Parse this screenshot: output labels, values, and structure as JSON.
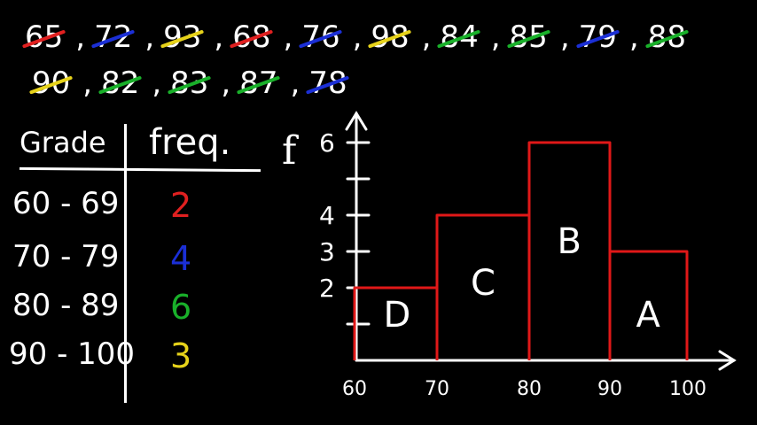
{
  "raw_scores": {
    "row1": [
      {
        "v": "65",
        "c": "#e02020"
      },
      {
        "v": "72",
        "c": "#1b2fd6"
      },
      {
        "v": "93",
        "c": "#e6d21a"
      },
      {
        "v": "68",
        "c": "#e02020"
      },
      {
        "v": "76",
        "c": "#1b2fd6"
      },
      {
        "v": "98",
        "c": "#e6d21a"
      },
      {
        "v": "84",
        "c": "#19b02a"
      },
      {
        "v": "85",
        "c": "#19b02a"
      },
      {
        "v": "79",
        "c": "#1b2fd6"
      },
      {
        "v": "88",
        "c": "#19b02a"
      }
    ],
    "row2": [
      {
        "v": "90",
        "c": "#e6d21a"
      },
      {
        "v": "82",
        "c": "#19b02a"
      },
      {
        "v": "83",
        "c": "#19b02a"
      },
      {
        "v": "87",
        "c": "#19b02a"
      },
      {
        "v": "78",
        "c": "#1b2fd6"
      }
    ]
  },
  "table": {
    "header_grade": "Grade",
    "header_freq": "freq.",
    "rows": [
      {
        "grade": "60 - 69",
        "freq": "2",
        "color": "#e02020"
      },
      {
        "grade": "70 - 79",
        "freq": "4",
        "color": "#1b2fd6"
      },
      {
        "grade": "80 - 89",
        "freq": "6",
        "color": "#19b02a"
      },
      {
        "grade": "90 - 100",
        "freq": "3",
        "color": "#e6d21a"
      }
    ]
  },
  "chart_data": {
    "type": "bar",
    "categories": [
      "60-69",
      "70-79",
      "80-89",
      "90-100"
    ],
    "values": [
      2,
      4,
      6,
      3
    ],
    "bar_letters": [
      "D",
      "C",
      "B",
      "A"
    ],
    "ylabel": "f",
    "yticks": [
      "2",
      "3",
      "4",
      "6"
    ],
    "xticks": [
      "60",
      "70",
      "80",
      "90",
      "100"
    ],
    "bar_color": "#e01818",
    "axis_color": "#ffffff"
  }
}
